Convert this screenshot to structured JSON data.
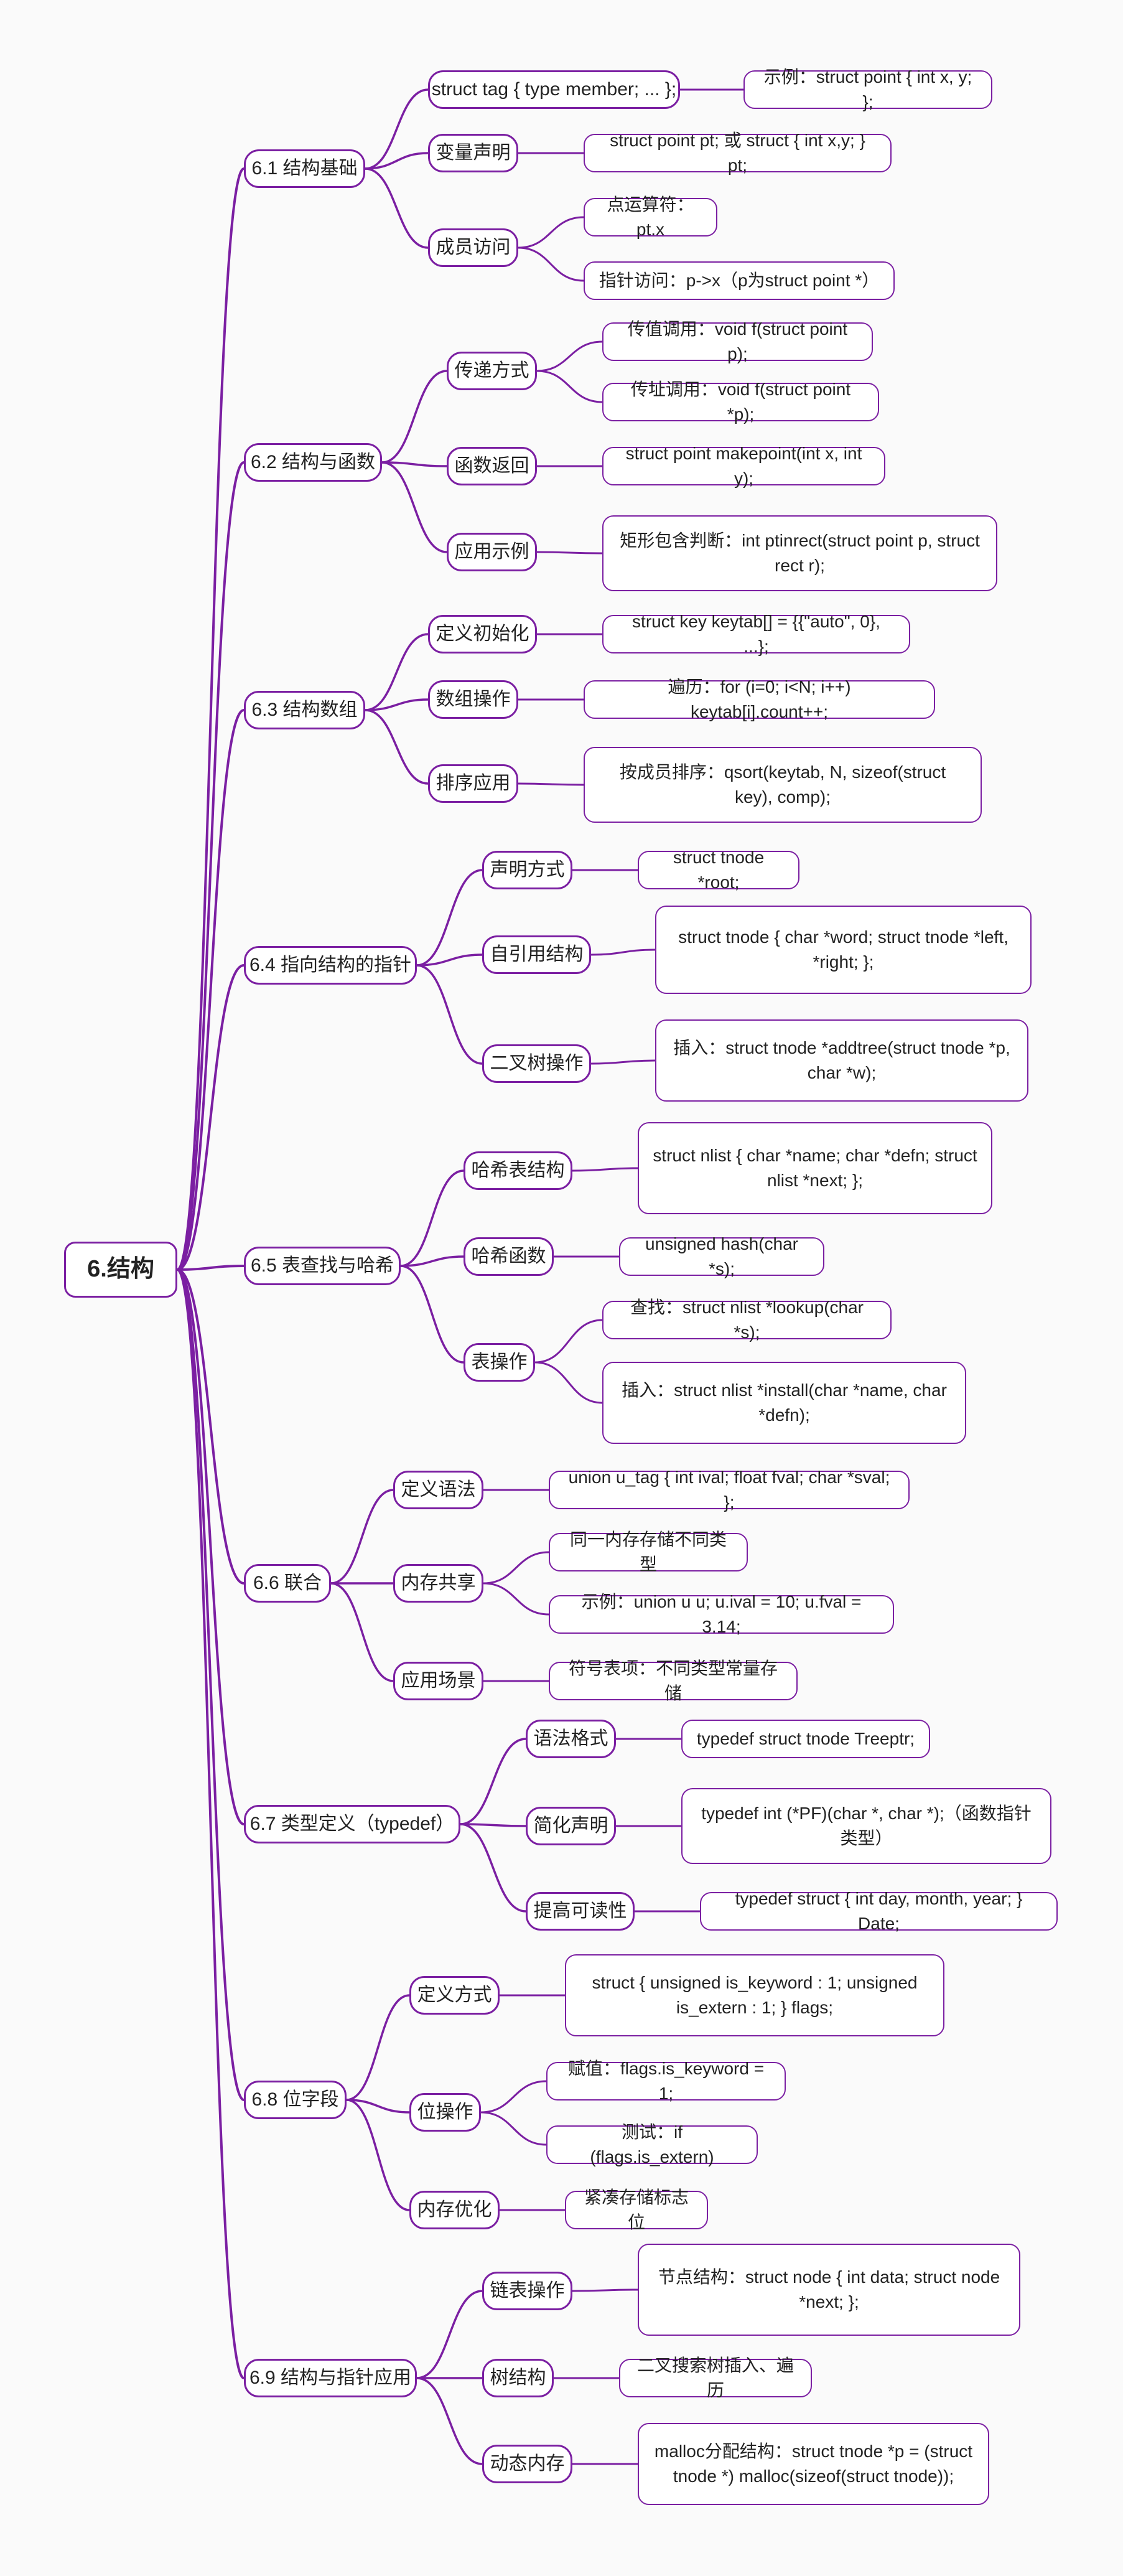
{
  "root": {
    "label": "6.结构"
  },
  "sections": [
    {
      "label": "6.1 结构基础",
      "children": [
        {
          "label": "struct tag { type member; ... };",
          "children": [
            {
              "label": "示例：struct point { int x, y; };"
            }
          ]
        },
        {
          "label": "变量声明",
          "children": [
            {
              "label": "struct point pt; 或 struct { int x,y; } pt;"
            }
          ]
        },
        {
          "label": "成员访问",
          "children": [
            {
              "label": "点运算符：pt.x"
            },
            {
              "label": "指针访问：p->x（p为struct point *）"
            }
          ]
        }
      ]
    },
    {
      "label": "6.2 结构与函数",
      "children": [
        {
          "label": "传递方式",
          "children": [
            {
              "label": "传值调用：void f(struct point p);"
            },
            {
              "label": "传址调用：void f(struct point *p);"
            }
          ]
        },
        {
          "label": "函数返回",
          "children": [
            {
              "label": "struct point makepoint(int x, int y);"
            }
          ]
        },
        {
          "label": "应用示例",
          "children": [
            {
              "label": "矩形包含判断：int ptinrect(struct point p, struct rect r);"
            }
          ]
        }
      ]
    },
    {
      "label": "6.3 结构数组",
      "children": [
        {
          "label": "定义初始化",
          "children": [
            {
              "label": "struct key keytab[] = {{\"auto\", 0}, ...};"
            }
          ]
        },
        {
          "label": "数组操作",
          "children": [
            {
              "label": "遍历：for (i=0; i<N; i++) keytab[i].count++;"
            }
          ]
        },
        {
          "label": "排序应用",
          "children": [
            {
              "label": "按成员排序：qsort(keytab, N, sizeof(struct key), comp);"
            }
          ]
        }
      ]
    },
    {
      "label": "6.4 指向结构的指针",
      "children": [
        {
          "label": "声明方式",
          "children": [
            {
              "label": "struct tnode *root;"
            }
          ]
        },
        {
          "label": "自引用结构",
          "children": [
            {
              "label": "struct tnode { char *word; struct tnode *left, *right; };"
            }
          ]
        },
        {
          "label": "二叉树操作",
          "children": [
            {
              "label": "插入：struct tnode *addtree(struct tnode *p, char *w);"
            }
          ]
        }
      ]
    },
    {
      "label": "6.5 表查找与哈希",
      "children": [
        {
          "label": "哈希表结构",
          "children": [
            {
              "label": "struct nlist { char *name; char *defn; struct nlist *next; };"
            }
          ]
        },
        {
          "label": "哈希函数",
          "children": [
            {
              "label": "unsigned hash(char *s);"
            }
          ]
        },
        {
          "label": "表操作",
          "children": [
            {
              "label": "查找：struct nlist *lookup(char *s);"
            },
            {
              "label": "插入：struct nlist *install(char *name, char *defn);"
            }
          ]
        }
      ]
    },
    {
      "label": "6.6 联合",
      "children": [
        {
          "label": "定义语法",
          "children": [
            {
              "label": "union u_tag { int ival; float fval; char *sval; };"
            }
          ]
        },
        {
          "label": "内存共享",
          "children": [
            {
              "label": "同一内存存储不同类型"
            },
            {
              "label": "示例：union u u; u.ival = 10; u.fval = 3.14;"
            }
          ]
        },
        {
          "label": "应用场景",
          "children": [
            {
              "label": "符号表项：不同类型常量存储"
            }
          ]
        }
      ]
    },
    {
      "label": "6.7 类型定义（typedef）",
      "children": [
        {
          "label": "语法格式",
          "children": [
            {
              "label": "typedef struct tnode Treeptr;"
            }
          ]
        },
        {
          "label": "简化声明",
          "children": [
            {
              "label": "typedef int (*PF)(char *, char *);（函数指针类型）"
            }
          ]
        },
        {
          "label": "提高可读性",
          "children": [
            {
              "label": "typedef struct { int day, month, year; } Date;"
            }
          ]
        }
      ]
    },
    {
      "label": "6.8 位字段",
      "children": [
        {
          "label": "定义方式",
          "children": [
            {
              "label": "struct { unsigned is_keyword : 1; unsigned is_extern : 1; } flags;"
            }
          ]
        },
        {
          "label": "位操作",
          "children": [
            {
              "label": "赋值：flags.is_keyword = 1;"
            },
            {
              "label": "测试：if (flags.is_extern)"
            }
          ]
        },
        {
          "label": "内存优化",
          "children": [
            {
              "label": "紧凑存储标志位"
            }
          ]
        }
      ]
    },
    {
      "label": "6.9 结构与指针应用",
      "children": [
        {
          "label": "链表操作",
          "children": [
            {
              "label": "节点结构：struct node { int data; struct node *next; };"
            }
          ]
        },
        {
          "label": "树结构",
          "children": [
            {
              "label": "二叉搜索树插入、遍历"
            }
          ]
        },
        {
          "label": "动态内存",
          "children": [
            {
              "label": "malloc分配结构：struct tnode *p = (struct tnode *) malloc(sizeof(struct tnode));"
            }
          ]
        }
      ]
    }
  ],
  "colors": {
    "branch": "#7b1fa2",
    "node_border": "#7b1fa2",
    "background": "#fafafa"
  }
}
